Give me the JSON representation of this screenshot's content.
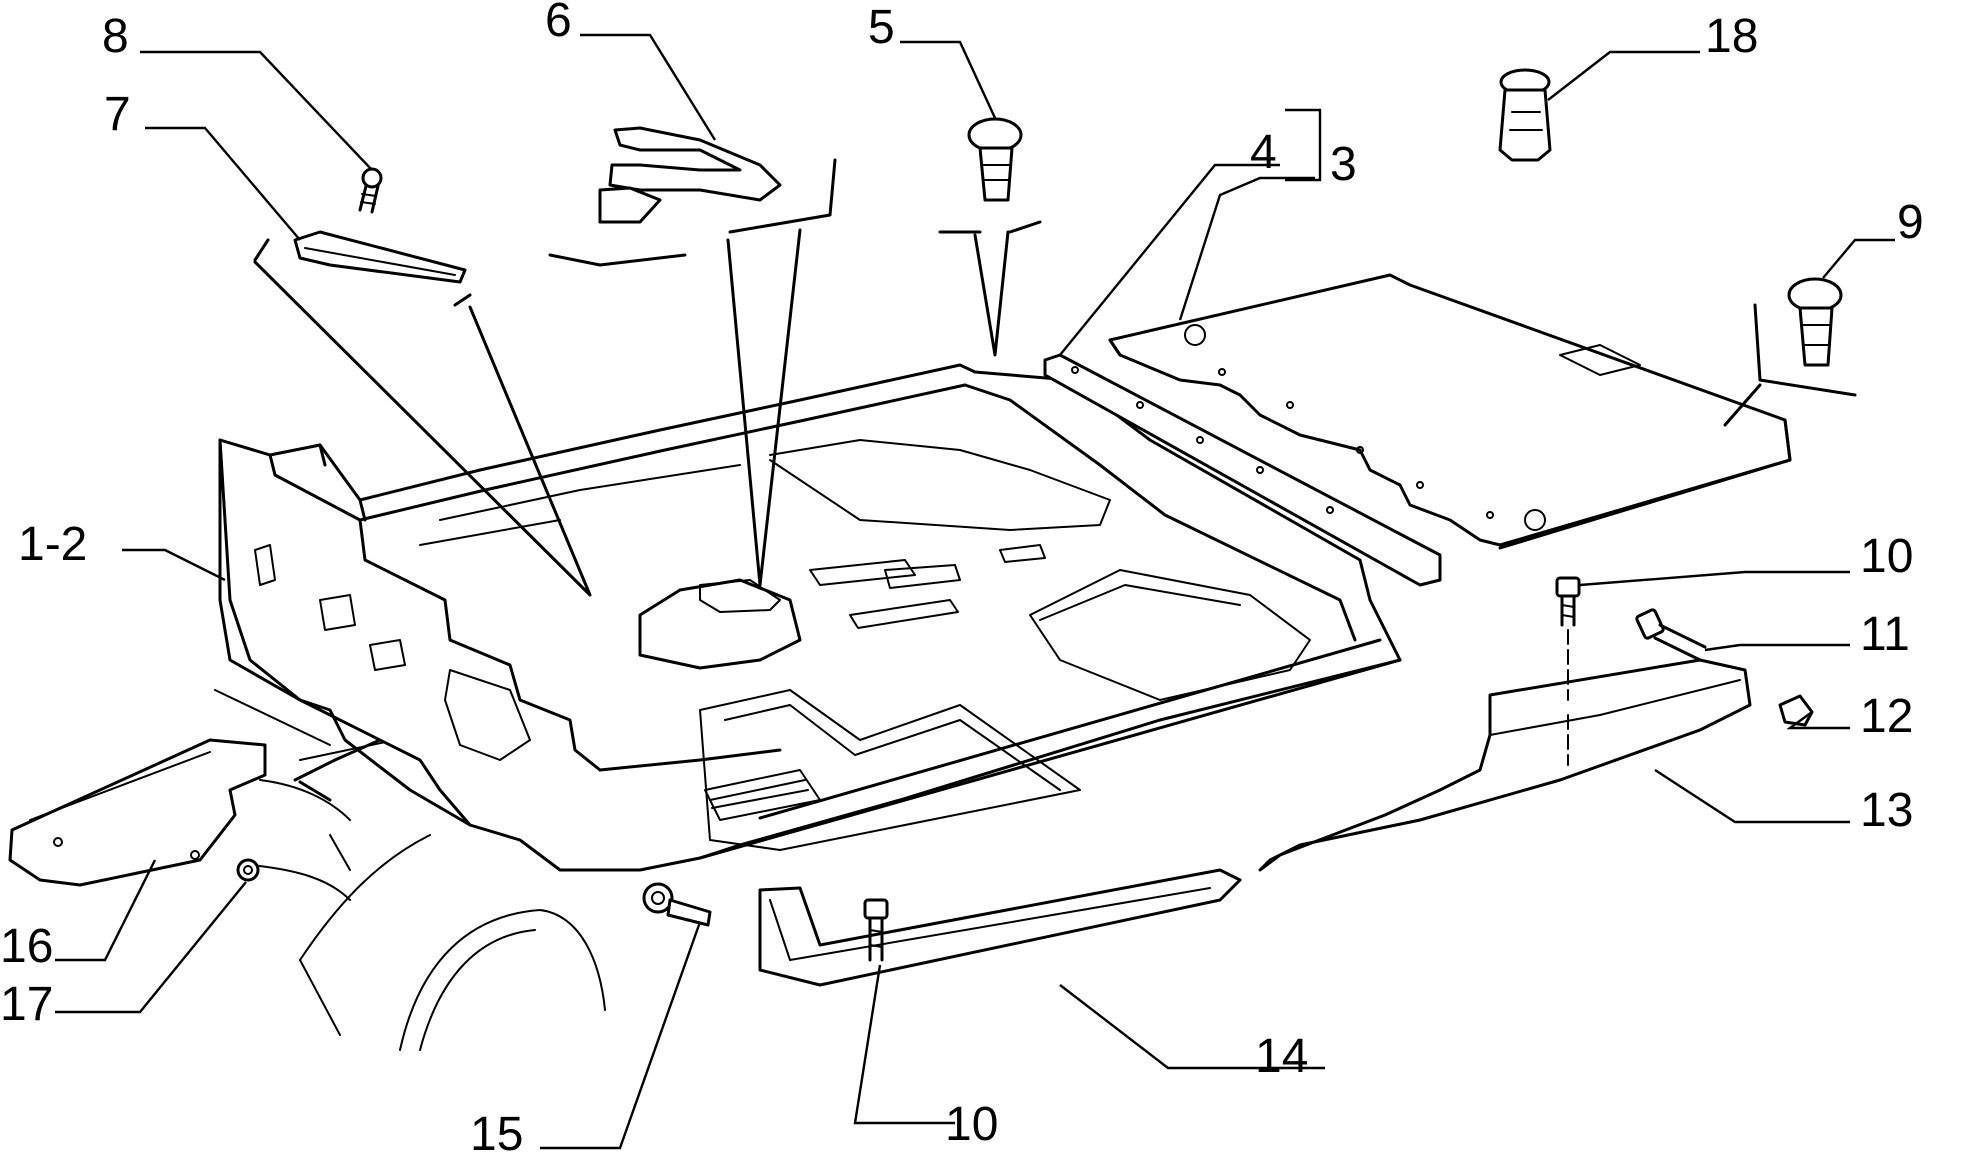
{
  "callouts": {
    "c1_2": "1-2",
    "c3": "3",
    "c4": "4",
    "c5": "5",
    "c6": "6",
    "c7": "7",
    "c8": "8",
    "c9": "9",
    "c10a": "10",
    "c10b": "10",
    "c11": "11",
    "c12": "12",
    "c13": "13",
    "c14": "14",
    "c15": "15",
    "c16": "16",
    "c17": "17",
    "c18": "18"
  }
}
